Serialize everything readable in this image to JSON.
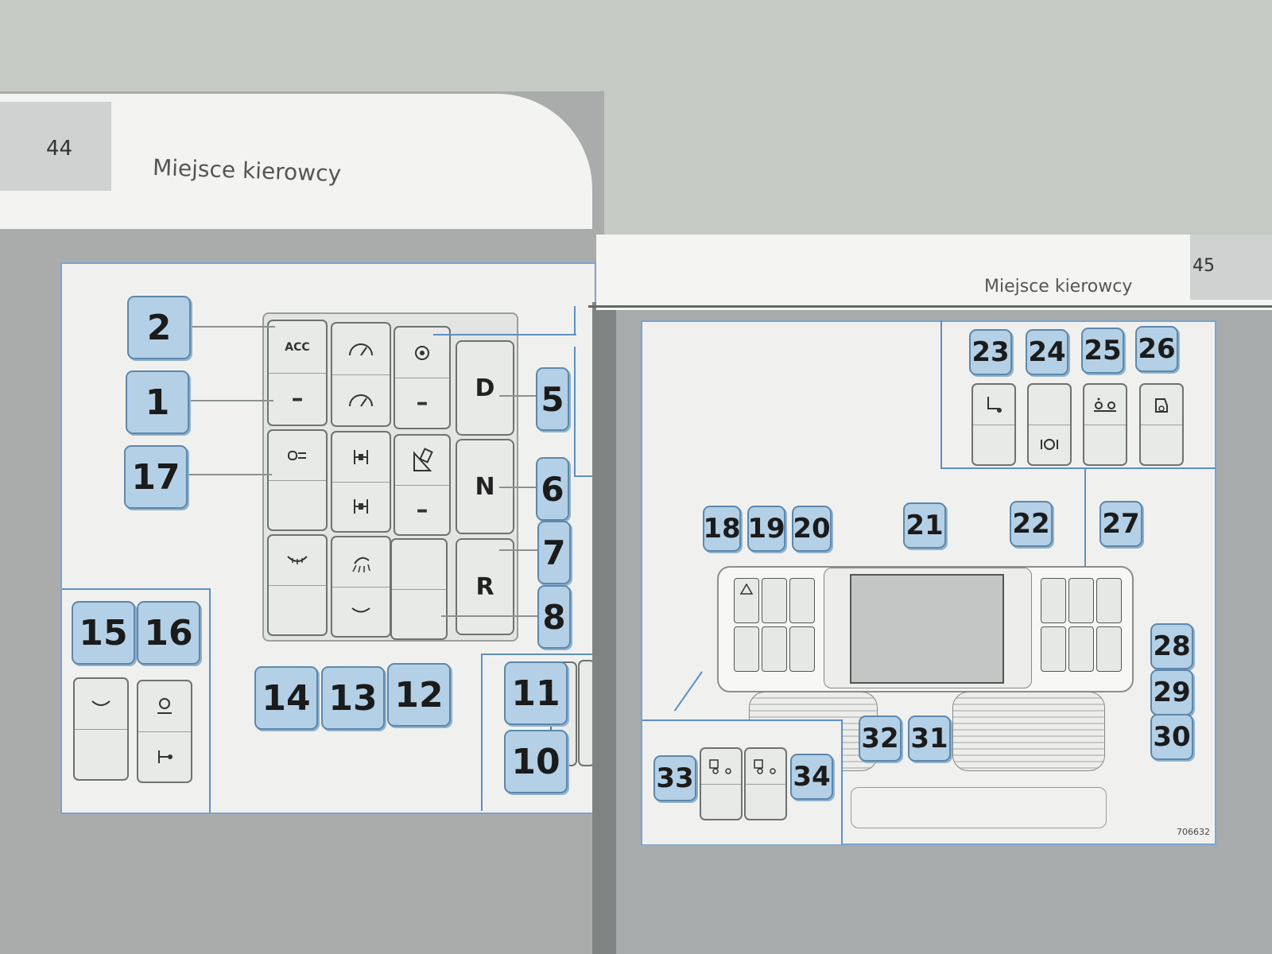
{
  "left_page": {
    "number": "44",
    "title": "Miejsce kierowcy"
  },
  "right_page": {
    "number": "45",
    "title": "Miejsce kierowcy"
  },
  "icons": {
    "acc_switch": "acc-cruise-icon",
    "speedometer": "speedometer-icon",
    "retarder": "retarder-icon",
    "fog": "fog-lamp-icon",
    "axle": "axle-lock-icon",
    "tilt": "cab-tilt-icon",
    "demist": "demister-icon",
    "lamp": "work-lamp-icon",
    "hazard": "hazard-warning-icon"
  },
  "switches_left": {
    "acc_label": "ACC",
    "acc_dash": "–",
    "retarder_dash": "–",
    "tilt_dash": "–",
    "gear_d": "D",
    "gear_n": "N",
    "gear_r": "R"
  },
  "callouts_left": [
    "2",
    "1",
    "17",
    "5",
    "6",
    "7",
    "8",
    "15",
    "16",
    "14",
    "13",
    "12",
    "11",
    "10"
  ],
  "callouts_right": [
    "23",
    "24",
    "25",
    "26",
    "18",
    "19",
    "20",
    "21",
    "22",
    "27",
    "28",
    "29",
    "30",
    "32",
    "31",
    "33",
    "34"
  ],
  "figure_ref": "706632",
  "colors": {
    "callout_fill": "#b4d0e6",
    "callout_border": "#5e87aa",
    "frame_line": "#5e8fc2",
    "panel_bg": "#f0f1ef"
  }
}
